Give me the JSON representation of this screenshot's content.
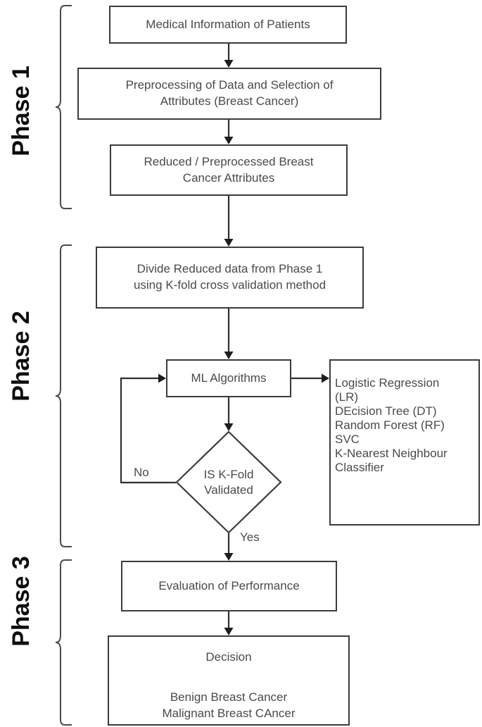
{
  "diagram": {
    "title": "Breast Cancer Machine Learning Methodology Flowchart",
    "stroke_color": "#2f2f2f",
    "box_border_color": "#3b3b3b",
    "text_color": "#4a4a4a",
    "phase_label_color": "#0d0d0d",
    "background": "#ffffff"
  },
  "phases": [
    {
      "id": "phase-1",
      "label": "Phase 1"
    },
    {
      "id": "phase-2",
      "label": "Phase 2"
    },
    {
      "id": "phase-3",
      "label": "Phase 3"
    }
  ],
  "nodes": {
    "medical_information": {
      "text": "Medical Information of Patients"
    },
    "preprocessing": {
      "text": "Preprocessing of Data and Selection of\nAttributes (Breast Cancer)"
    },
    "reduced_attributes": {
      "text": "Reduced / Preprocessed Breast\nCancer Attributes"
    },
    "divide_data": {
      "text": "Divide Reduced data from Phase 1\nusing K-fold cross validation method"
    },
    "ml_algorithms": {
      "text": "ML Algorithms"
    },
    "algorithm_list": {
      "text": "Logistic Regression\n(LR)\nDEcision Tree (DT)\nRandom Forest (RF)\nSVC\nK-Nearest Neighbour\nClassifier"
    },
    "decision_diamond": {
      "text": "IS K-Fold\nValidated"
    },
    "evaluation": {
      "text": "Evaluation of Performance"
    },
    "decision_result": {
      "title": "Decision",
      "body": "Benign Breast Cancer\nMalignant Breast CAncer"
    }
  },
  "edge_labels": {
    "no": "No",
    "yes": "Yes"
  }
}
